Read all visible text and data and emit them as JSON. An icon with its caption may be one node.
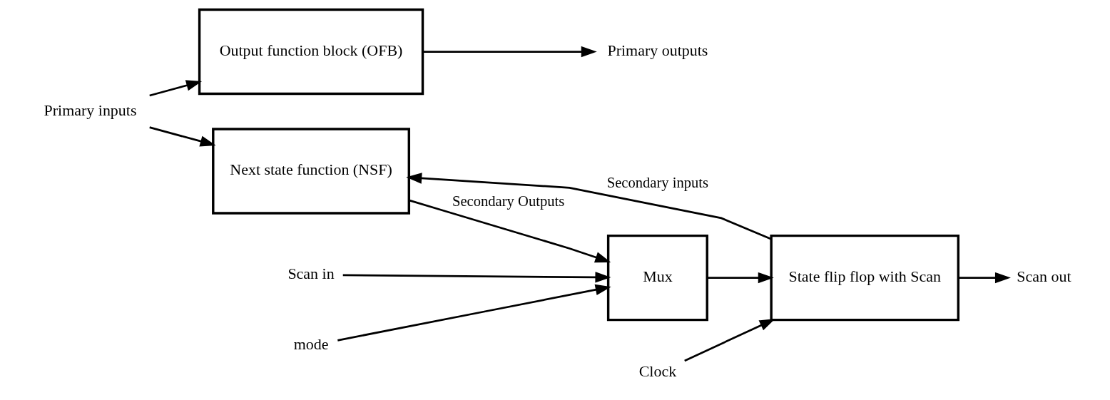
{
  "diagram": {
    "nodes": [
      {
        "text": [
          "Primary inputs"
        ]
      },
      {
        "text": [
          "Next state function (NSF)"
        ]
      },
      {
        "text": [
          "Mux"
        ]
      },
      {
        "text": [
          "State flip flop with Scan"
        ]
      },
      {
        "text": [
          "Output function block (OFB)"
        ]
      },
      {
        "text": [
          "Primary outputs"
        ]
      },
      {
        "text": [
          "Scan out"
        ]
      },
      {
        "text": [
          "Scan in"
        ]
      },
      {
        "text": [
          "mode"
        ]
      },
      {
        "text": [
          "Clock"
        ]
      }
    ],
    "edges": [
      {
        "from": 0,
        "to": 1,
        "arrow": "to"
      },
      {
        "from": 0,
        "to": 4,
        "arrow": "to"
      },
      {
        "from": 1,
        "to": 2,
        "arrow": "to",
        "label": "Secondary Outputs"
      },
      {
        "from": 7,
        "to": 2,
        "arrow": "to"
      },
      {
        "from": 8,
        "to": 2,
        "arrow": "to"
      },
      {
        "from": 2,
        "to": 3,
        "arrow": "to"
      },
      {
        "from": 3,
        "to": 6,
        "arrow": "to"
      },
      {
        "from": 9,
        "to": 3,
        "arrow": "to"
      },
      {
        "from": 3,
        "to": 1,
        "arrow": "to",
        "label": "Secondary inputs"
      },
      {
        "from": 4,
        "to": 5,
        "arrow": "to"
      }
    ]
  }
}
